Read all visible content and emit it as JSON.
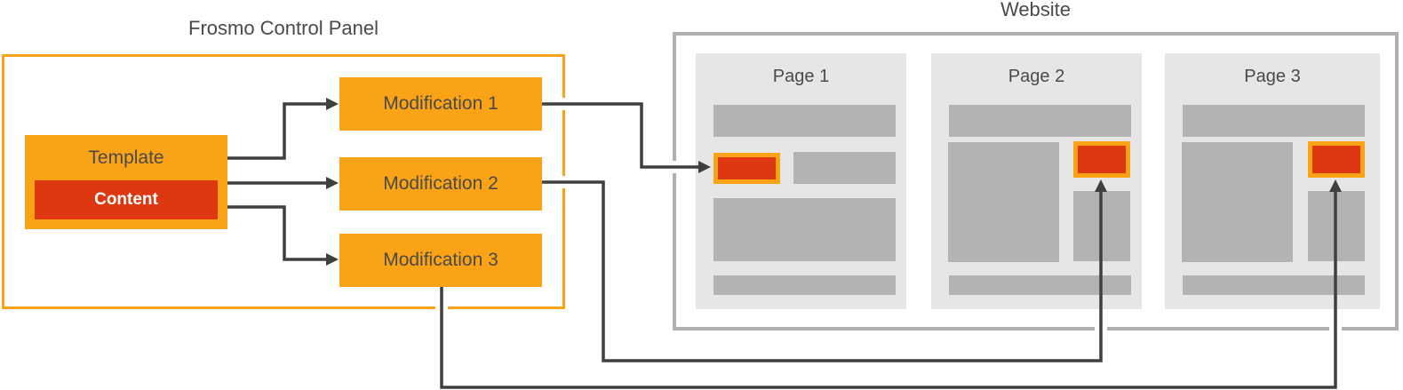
{
  "diagram": {
    "control_panel": {
      "title": "Frosmo Control Panel",
      "template": {
        "label": "Template",
        "content_label": "Content"
      },
      "modifications": [
        {
          "label": "Modification 1"
        },
        {
          "label": "Modification 2"
        },
        {
          "label": "Modification 3"
        }
      ]
    },
    "website": {
      "title": "Website",
      "pages": [
        {
          "label": "Page 1"
        },
        {
          "label": "Page 2"
        },
        {
          "label": "Page 3"
        }
      ]
    },
    "connections": [
      "Template to Modification 1",
      "Template to Modification 2",
      "Template to Modification 3",
      "Modification 1 to Page 1 placement",
      "Modification 2 to Page 2 placement",
      "Modification 3 to Page 3 placement"
    ],
    "colors": {
      "orange": "#faa316",
      "red": "#dd380f",
      "connector_dark": "#3f3f3f",
      "text_gray": "#4a4a4a",
      "page_background": "#e6e6e6",
      "block_gray": "#b3b3b3",
      "website_border_gray": "#b0b0b0"
    }
  }
}
